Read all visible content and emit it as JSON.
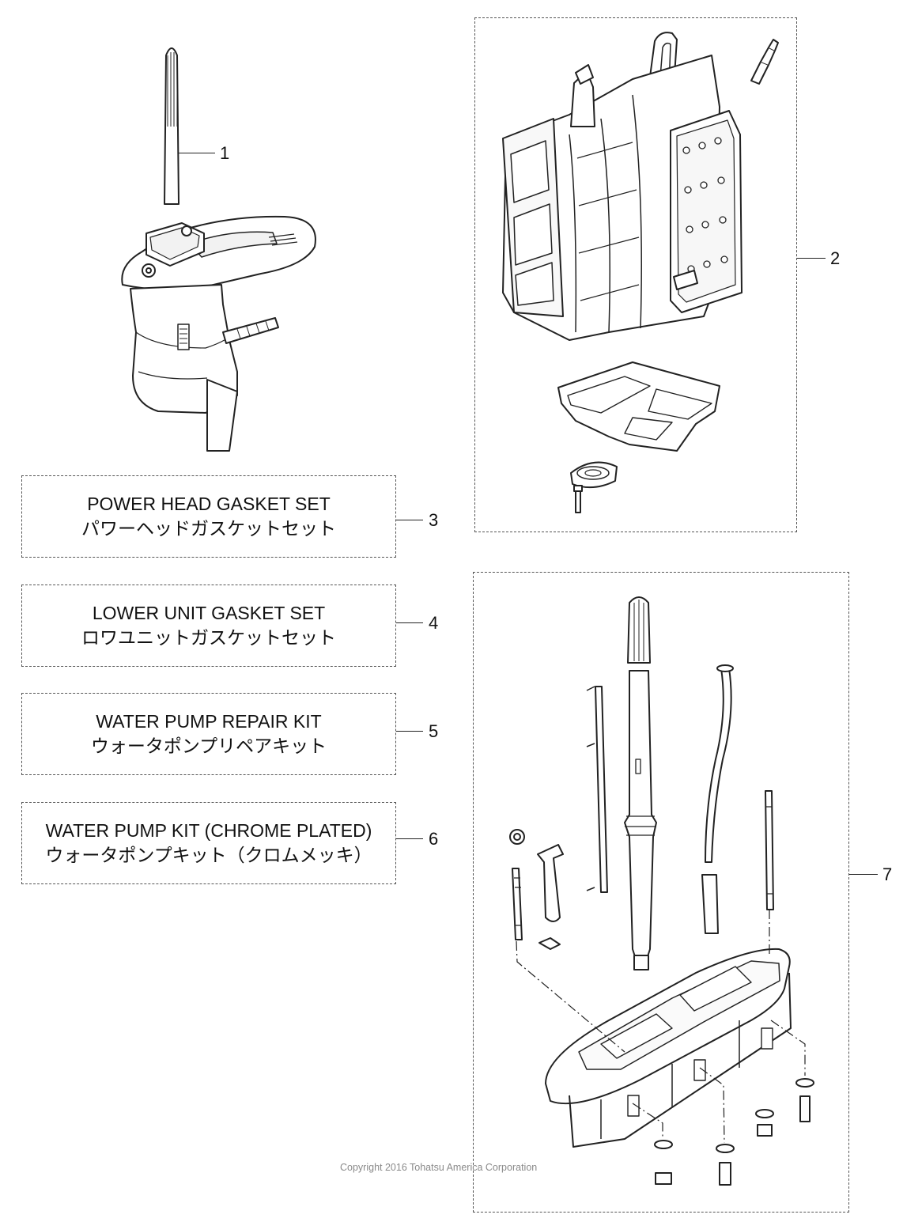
{
  "callouts": {
    "c1": "1",
    "c2": "2",
    "c3": "3",
    "c4": "4",
    "c5": "5",
    "c6": "6",
    "c7": "7"
  },
  "kits": {
    "power_head": {
      "en": "POWER HEAD GASKET SET",
      "ja": "パワーヘッドガスケットセット"
    },
    "lower_unit": {
      "en": "LOWER UNIT GASKET SET",
      "ja": "ロワユニットガスケットセット"
    },
    "pump_repair": {
      "en": "WATER PUMP REPAIR KIT",
      "ja": "ウォータポンプリペアキット"
    },
    "pump_chrome": {
      "en": "WATER PUMP KIT (CHROME PLATED)",
      "ja": "ウォータポンプキット（クロムメッキ）"
    }
  },
  "copyright": "Copyright 2016 Tohatsu America Corporation",
  "colors": {
    "line": "#222222",
    "dash": "#555555",
    "copyright": "#8a8a8a",
    "fill": "#f2f2f2"
  }
}
